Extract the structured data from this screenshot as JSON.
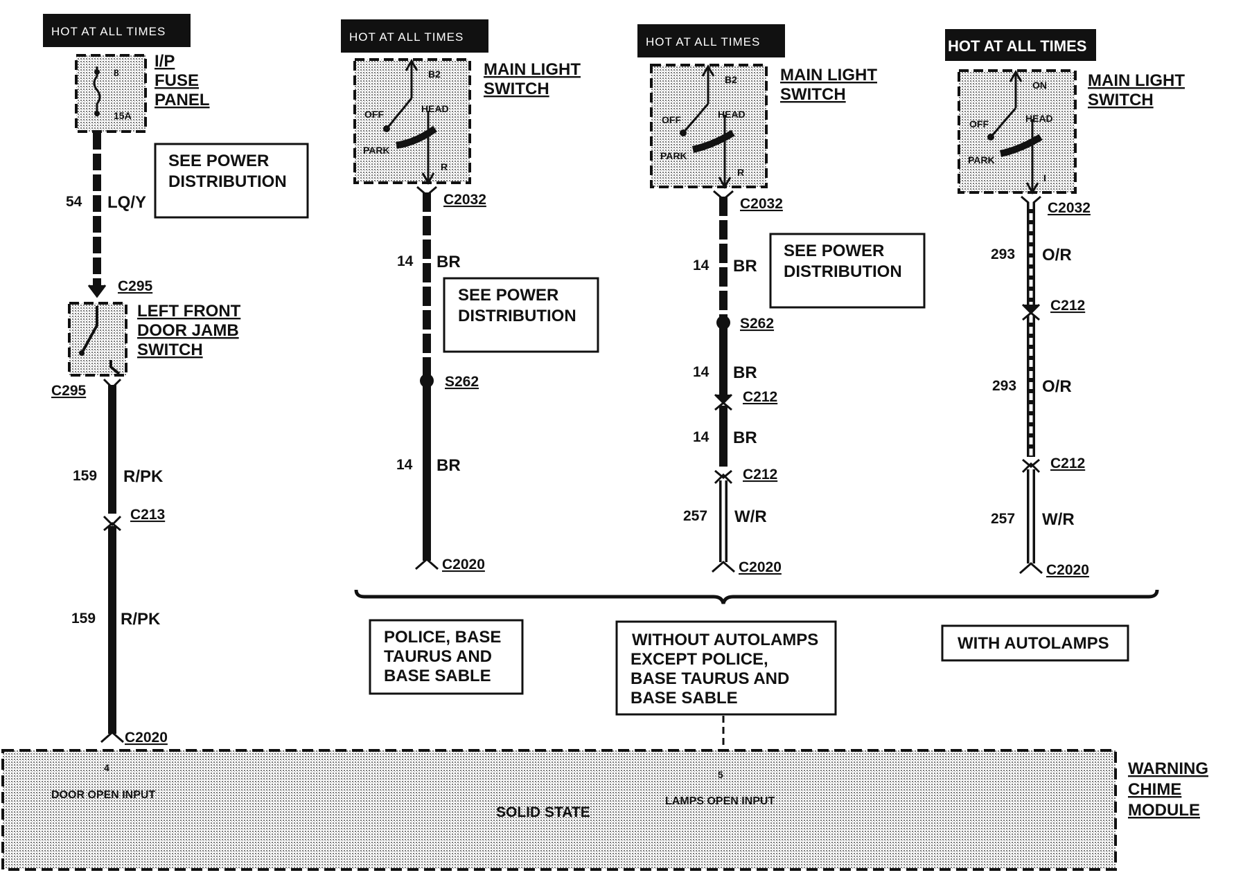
{
  "headers": {
    "h1": "HOT AT ALL TIMES",
    "h2": "HOT AT ALL TIMES",
    "h3": "HOT AT ALL TIMES",
    "h4": "HOT AT ALL TIMES"
  },
  "fuse": {
    "title1": "I/P",
    "title2": "FUSE",
    "title3": "PANEL",
    "num": "8",
    "amp": "15A"
  },
  "door_switch": {
    "title1": "LEFT FRONT",
    "title2": "DOOR JAMB",
    "title3": "SWITCH"
  },
  "main_switch": {
    "title1": "MAIN LIGHT",
    "title2": "SWITCH",
    "b2": "B2",
    "off": "OFF",
    "head": "HEAD",
    "park": "PARK",
    "r": "R",
    "on": "ON",
    "i": "I"
  },
  "boxes": {
    "power_dist_1": "SEE POWER",
    "power_dist_2": "DISTRIBUTION",
    "police_1": "POLICE, BASE",
    "police_2": "TAURUS AND",
    "police_3": "BASE SABLE",
    "without_1": "WITHOUT AUTOLAMPS",
    "without_2": "EXCEPT POLICE,",
    "without_3": "BASE TAURUS AND",
    "without_4": "BASE SABLE",
    "with": "WITH AUTOLAMPS"
  },
  "wires": {
    "w54": "54",
    "lgy": "LQ/Y",
    "w159": "159",
    "rpk": "R/PK",
    "w14": "14",
    "br": "BR",
    "w257": "257",
    "wr": "W/R",
    "w293": "293",
    "or": "O/R"
  },
  "connectors": {
    "c295": "C295",
    "c213": "C213",
    "c2020": "C2020",
    "c2032": "C2032",
    "s262": "S262",
    "c212": "C212"
  },
  "module": {
    "title1": "WARNING",
    "title2": "CHIME",
    "title3": "MODULE",
    "solid": "SOLID STATE",
    "pin4": "4",
    "door_input": "DOOR OPEN INPUT",
    "pin5": "5",
    "lamps_input": "LAMPS OPEN INPUT"
  },
  "colors": {
    "ink": "#111111",
    "paper": "#ffffff",
    "stipple": "#c9c9c9"
  }
}
